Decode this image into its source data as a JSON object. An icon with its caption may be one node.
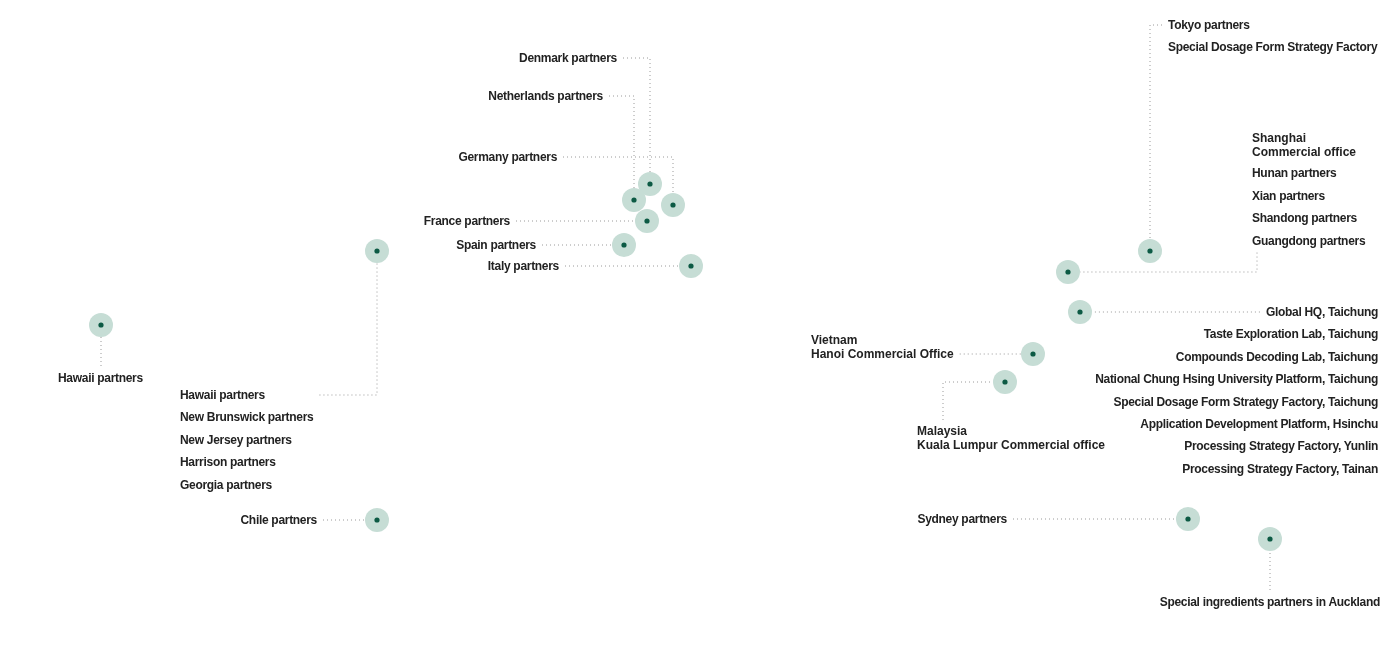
{
  "diagram": {
    "nodes": [
      {
        "text": [
          "Hawaii partners"
        ]
      },
      {
        "text": [],
        "shape": "circle"
      },
      {
        "text": [
          "Hawaii partners",
          "New Brunswick partners",
          "New Jersey partners",
          "Harrison partners",
          "Georgia partners"
        ]
      },
      {
        "text": [],
        "shape": "circle"
      },
      {
        "text": [
          "Chile partners"
        ]
      },
      {
        "text": [],
        "shape": "circle"
      },
      {
        "text": [
          "Denmark partners"
        ]
      },
      {
        "text": [],
        "shape": "circle"
      },
      {
        "text": [
          "Netherlands partners"
        ]
      },
      {
        "text": [],
        "shape": "circle"
      },
      {
        "text": [
          "Germany partners"
        ]
      },
      {
        "text": [],
        "shape": "circle"
      },
      {
        "text": [
          "France partners"
        ]
      },
      {
        "text": [],
        "shape": "circle"
      },
      {
        "text": [
          "Spain partners"
        ]
      },
      {
        "text": [],
        "shape": "circle"
      },
      {
        "text": [
          "Italy partners"
        ]
      },
      {
        "text": [],
        "shape": "circle"
      },
      {
        "text": [
          "Tokyo partners",
          "Special Dosage Form Strategy Factory"
        ]
      },
      {
        "text": [],
        "shape": "circle"
      },
      {
        "text": [
          "Shanghai Commercial office",
          "Hunan partners",
          "Xian partners",
          "Shandong partners",
          "Guangdong partners"
        ]
      },
      {
        "text": [],
        "shape": "circle"
      },
      {
        "text": [
          "Global HQ, Taichung",
          "Taste Exploration Lab, Taichung",
          "Compounds Decoding Lab, Taichung",
          "National Chung Hsing University Platform, Taichung",
          "Special Dosage Form Strategy Factory, Taichung",
          "Application Development Platform, Hsinchu",
          "Processing Strategy Factory, Yunlin",
          "Processing Strategy Factory, Tainan"
        ]
      },
      {
        "text": [],
        "shape": "circle"
      },
      {
        "text": [
          "Vietnam Hanoi Commercial Office"
        ]
      },
      {
        "text": [],
        "shape": "circle"
      },
      {
        "text": [
          "Malaysia Kuala Lumpur Commercial office"
        ]
      },
      {
        "text": [],
        "shape": "circle"
      },
      {
        "text": [
          "Sydney partners"
        ]
      },
      {
        "text": [],
        "shape": "circle"
      },
      {
        "text": [],
        "shape": "circle"
      },
      {
        "text": [
          "Special ingredients partners in Auckland"
        ]
      }
    ],
    "edges": [
      {
        "from": 0,
        "to": 1,
        "arrow": "none"
      },
      {
        "from": 2,
        "to": 3,
        "arrow": "none"
      },
      {
        "from": 4,
        "to": 5,
        "arrow": "none"
      },
      {
        "from": 6,
        "to": 7,
        "arrow": "none"
      },
      {
        "from": 8,
        "to": 9,
        "arrow": "none"
      },
      {
        "from": 10,
        "to": 11,
        "arrow": "none"
      },
      {
        "from": 12,
        "to": 13,
        "arrow": "none"
      },
      {
        "from": 14,
        "to": 15,
        "arrow": "none"
      },
      {
        "from": 16,
        "to": 17,
        "arrow": "none"
      },
      {
        "from": 18,
        "to": 19,
        "arrow": "none"
      },
      {
        "from": 20,
        "to": 21,
        "arrow": "none"
      },
      {
        "from": 22,
        "to": 23,
        "arrow": "none"
      },
      {
        "from": 24,
        "to": 25,
        "arrow": "none"
      },
      {
        "from": 26,
        "to": 27,
        "arrow": "none"
      },
      {
        "from": 28,
        "to": 29,
        "arrow": "none"
      },
      {
        "from": 31,
        "to": 30,
        "arrow": "none"
      }
    ]
  }
}
